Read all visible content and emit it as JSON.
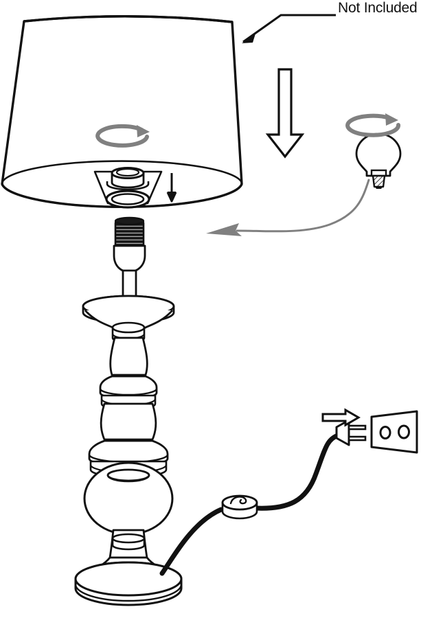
{
  "diagram": {
    "title": "Table Lamp Assembly Instructions",
    "type": "exploded-assembly-line-drawing",
    "background_color": "#ffffff",
    "line_color": "#111111",
    "accent_gray": "#808080",
    "annotations": {
      "not_included": {
        "text": "Not Included",
        "target": "lamp-shade",
        "leader_line": "elbow line with arrowhead pointing to shade upper-right edge"
      }
    },
    "parts": [
      {
        "id": "lamp-shade",
        "name": "Lamp shade",
        "included": false,
        "position": "top",
        "features": [
          "tapered drum shade",
          "bottom inner fitting ring",
          "rotate-to-fix collar"
        ]
      },
      {
        "id": "shade-fitting",
        "name": "Shade fitting collar",
        "included": false,
        "position": "shade underside"
      },
      {
        "id": "light-bulb",
        "name": "Light bulb (E27)",
        "included": false,
        "position": "upper right",
        "features": [
          "screw base",
          "rotate to install"
        ]
      },
      {
        "id": "lamp-socket",
        "name": "Threaded lamp socket",
        "included": true,
        "position": "top of lamp body"
      },
      {
        "id": "lamp-body",
        "name": "Turned lamp base column",
        "included": true,
        "position": "center",
        "features": [
          "disc top",
          "baluster segments",
          "ring collars",
          "sphere",
          "flared foot"
        ]
      },
      {
        "id": "inline-switch",
        "name": "Inline cord switch",
        "included": true,
        "position": "on cord"
      },
      {
        "id": "power-cord",
        "name": "Power cord",
        "included": true,
        "position": "from base to plug"
      },
      {
        "id": "power-plug",
        "name": "Two-pin power plug",
        "included": true,
        "position": "lower right"
      },
      {
        "id": "wall-outlet",
        "name": "Wall outlet",
        "included": false,
        "position": "far lower right",
        "features": [
          "two round sockets"
        ]
      }
    ],
    "action_indicators": [
      {
        "id": "shade-rotate-arrow",
        "type": "rotate",
        "color": "#808080",
        "meaning": "Twist the shade fitting onto the socket"
      },
      {
        "id": "shade-down-arrow",
        "type": "insert-down",
        "color": "#111111",
        "meaning": "Lower shade fitting onto socket"
      },
      {
        "id": "shade-assembly-arrow",
        "type": "move-down",
        "color": "#111111",
        "style": "large hollow outline",
        "meaning": "Lower the shade onto the lamp body"
      },
      {
        "id": "bulb-rotate-arrow",
        "type": "rotate",
        "color": "#808080",
        "meaning": "Screw the bulb in"
      },
      {
        "id": "bulb-placement-arrow",
        "type": "curved-move",
        "color": "#808080",
        "meaning": "Install the bulb into the socket"
      },
      {
        "id": "plug-insert-arrow",
        "type": "insert-right",
        "color": "#111111",
        "style": "hollow outline",
        "meaning": "Insert plug into wall outlet"
      }
    ]
  }
}
